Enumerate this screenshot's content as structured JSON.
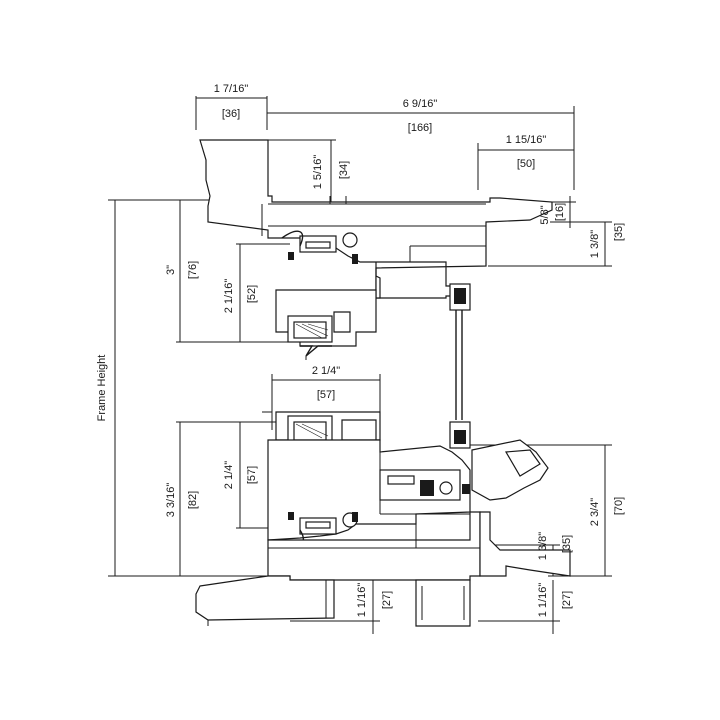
{
  "dimensions": {
    "head_left_width": "1 7/16\"",
    "head_left_width_mm": "[36]",
    "overall_depth": "6 9/16\"",
    "overall_depth_mm": "[166]",
    "head_right_width": "1 15/16\"",
    "head_right_width_mm": "[50]",
    "head_top_height": "1 5/16\"",
    "head_top_height_mm": "[34]",
    "head_step_small": "5/8\"",
    "head_step_small_mm": "[16]",
    "head_right_height": "1 3/8\"",
    "head_right_height_mm": "[35]",
    "frame_height": "Frame Height",
    "top_rail_height": "3\"",
    "top_rail_height_mm": "[76]",
    "top_sash_height": "2 1/16\"",
    "top_sash_height_mm": "[52]",
    "meeting_rail_width": "2 1/4\"",
    "meeting_rail_width_mm": "[57]",
    "bottom_rail_height": "3 3/16\"",
    "bottom_rail_height_mm": "[82]",
    "bottom_sash_height": "2 1/4\"",
    "bottom_sash_height_mm": "[57]",
    "sill_right_height": "2 3/4\"",
    "sill_right_height_mm": "[70]",
    "sill_step": "1 3/8\"",
    "sill_step_mm": "[35]",
    "sill_left_drop": "1 1/16\"",
    "sill_left_drop_mm": "[27]",
    "sill_right_drop": "1 1/16\"",
    "sill_right_drop_mm": "[27]"
  }
}
